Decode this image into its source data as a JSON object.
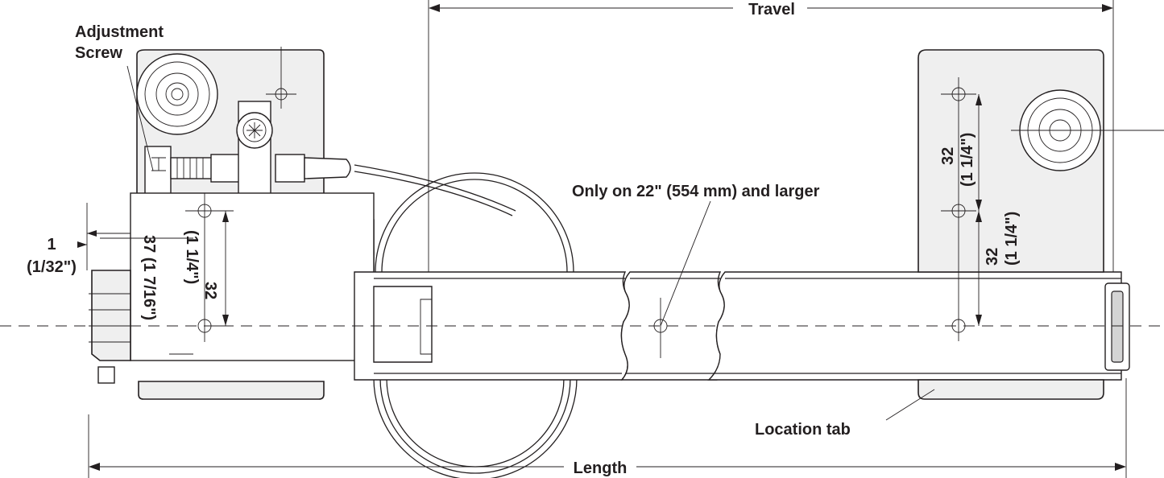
{
  "labels": {
    "travel": "Travel",
    "length": "Length",
    "adjustment_screw_line1": "Adjustment",
    "adjustment_screw_line2": "Screw",
    "only_on": "Only on 22\" (554 mm) and larger",
    "location_tab": "Location tab"
  },
  "dimensions": {
    "left_offset_value": "1",
    "left_offset_imperial": "(1/32\")",
    "left_height_value": "37 (1 7/16\")",
    "left_hole_value": "32",
    "left_hole_imperial": "(1 1/4\")",
    "right_hole_upper_value": "32",
    "right_hole_upper_imperial": "(1 1/4\")",
    "right_hole_lower_value": "32",
    "right_hole_lower_imperial": "(1 1/4\")"
  }
}
